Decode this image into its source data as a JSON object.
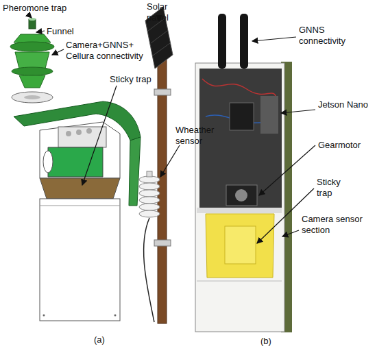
{
  "diagram": {
    "labels": [
      "Pheromone trap",
      "Solar panel",
      "Funnel",
      "Camera+GNNS+ Cellura connectivity",
      "Sticky trap",
      "Wheather sensor",
      "(a)",
      "GNNS connectivity",
      "Jetson Nano",
      "Gearmotor",
      "Sticky trap",
      "Camera sensor section",
      "(b)"
    ]
  }
}
